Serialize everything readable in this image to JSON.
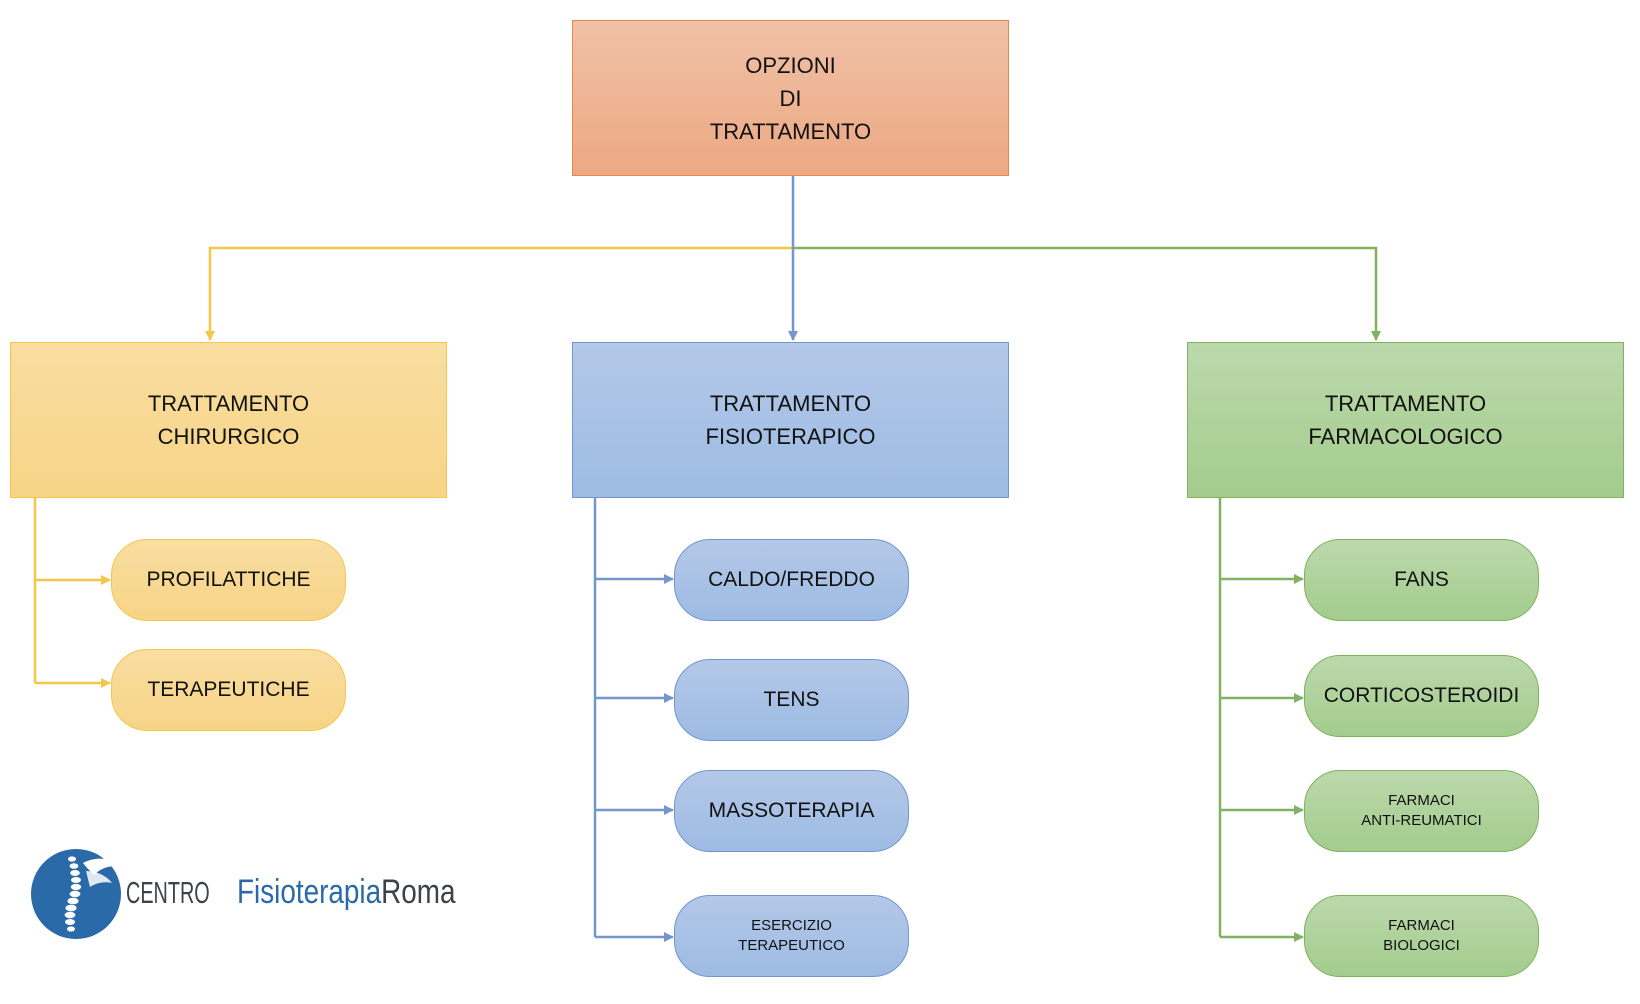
{
  "colors": {
    "root": "#e8874a",
    "surgical": "#f4c64a",
    "physio": "#7396cc",
    "pharma": "#80b260",
    "logo_blue": "#2b6aa8"
  },
  "root": {
    "lines": [
      "OPZIONI",
      "DI",
      "TRATTAMENTO"
    ]
  },
  "categories": {
    "surgical": {
      "lines": [
        "TRATTAMENTO",
        "CHIRURGICO"
      ],
      "children": [
        {
          "lines": [
            "PROFILATTICHE"
          ]
        },
        {
          "lines": [
            "TERAPEUTICHE"
          ]
        }
      ]
    },
    "physio": {
      "lines": [
        "TRATTAMENTO",
        "FISIOTERAPICO"
      ],
      "children": [
        {
          "lines": [
            "CALDO/FREDDO"
          ]
        },
        {
          "lines": [
            "TENS"
          ]
        },
        {
          "lines": [
            "MASSOTERAPIA"
          ]
        },
        {
          "lines": [
            "ESERCIZIO",
            "TERAPEUTICO"
          ]
        }
      ]
    },
    "pharma": {
      "lines": [
        "TRATTAMENTO",
        "FARMACOLOGICO"
      ],
      "children": [
        {
          "lines": [
            "FANS"
          ]
        },
        {
          "lines": [
            "CORTICOSTEROIDI"
          ]
        },
        {
          "lines": [
            "FARMACI",
            "ANTI-REUMATICI"
          ]
        },
        {
          "lines": [
            "FARMACI",
            "BIOLOGICI"
          ]
        }
      ]
    }
  },
  "logo": {
    "icon": "spine-logo-icon",
    "word1": "CENTRO",
    "word2": "Fisioterapia",
    "word3": "Roma"
  }
}
